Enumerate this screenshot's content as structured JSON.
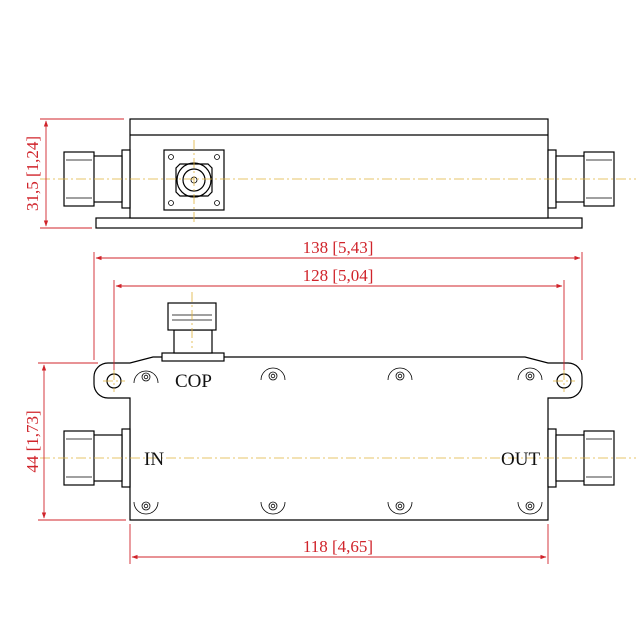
{
  "dimensions": {
    "height_top": "31,5 [1,24]",
    "length_overall": "138 [5,43]",
    "hole_pitch": "128 [5,04]",
    "width_body": "44 [1,73]",
    "body_length": "118 [4,65]"
  },
  "ports": {
    "coupled": "COP",
    "input": "IN",
    "output": "OUT"
  },
  "colors": {
    "dimension": "#d0242b",
    "centerline": "#e0b23a",
    "outline": "#000000"
  }
}
